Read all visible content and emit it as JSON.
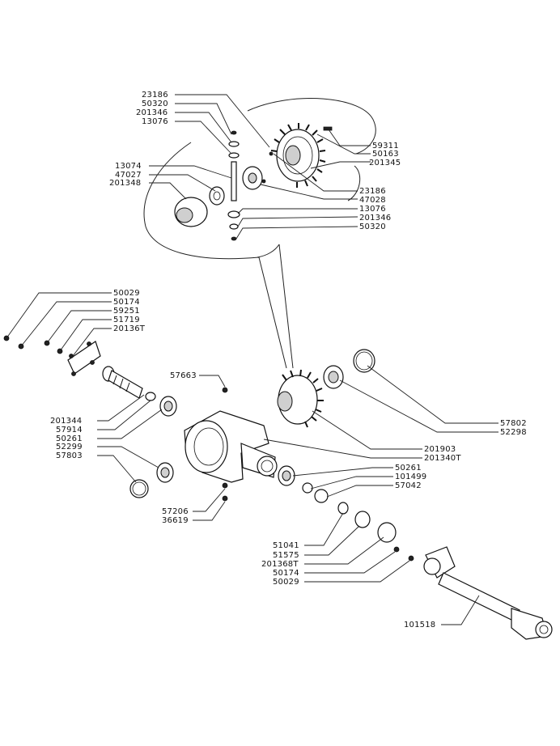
{
  "labels": {
    "top_23186": "23186",
    "top_50320": "50320",
    "top_201346": "201346",
    "top_13076": "13076",
    "top_13074": "13074",
    "top_47027": "47027",
    "top_201348": "201348",
    "top_59311": "59311",
    "top_50163": "50163",
    "top_201345": "201345",
    "top_23186b": "23186",
    "top_47028": "47028",
    "top_13076b": "13076",
    "top_201346b": "201346",
    "top_50320b": "50320",
    "l_50029": "50029",
    "l_50174": "50174",
    "l_59251": "59251",
    "l_51719": "51719",
    "l_20136T": "20136T",
    "l_57663": "57663",
    "l_201344": "201344",
    "l_57914": "57914",
    "l_50261": "50261",
    "l_52299": "52299",
    "l_57803": "57803",
    "l_57206": "57206",
    "l_36619": "36619",
    "r_57802": "57802",
    "r_52298": "52298",
    "r_201903": "201903",
    "r_201340T": "201340T",
    "r_50261": "50261",
    "r_101499": "101499",
    "r_57042": "57042",
    "b_51041": "51041",
    "b_51575": "51575",
    "b_201368T": "201368T",
    "b_50174": "50174",
    "b_50029": "50029",
    "b_101518": "101518"
  }
}
